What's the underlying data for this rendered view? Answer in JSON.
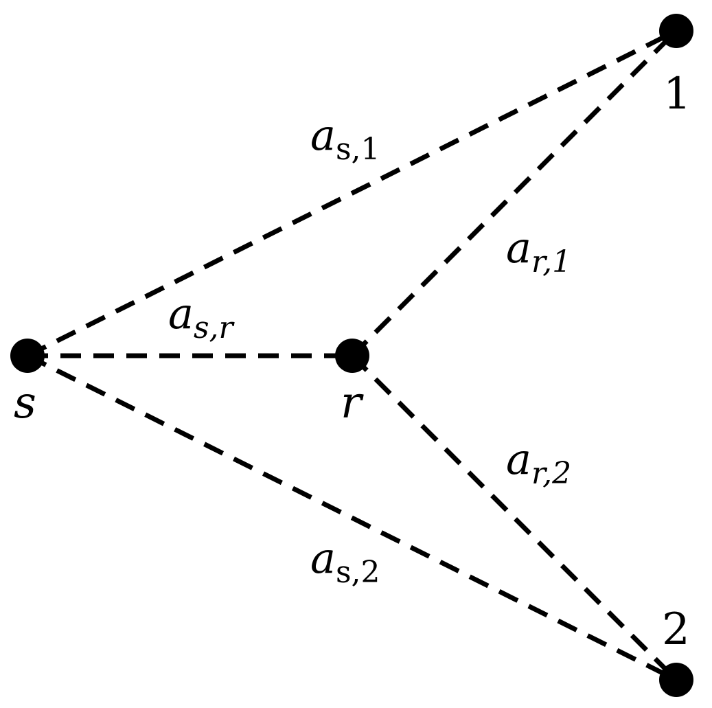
{
  "nodes": {
    "s": {
      "label": "s"
    },
    "r": {
      "label": "r"
    },
    "n1": {
      "label": "1"
    },
    "n2": {
      "label": "2"
    }
  },
  "edges": {
    "s_1": {
      "symbol": "a",
      "sub": "s,1"
    },
    "s_r": {
      "symbol": "a",
      "sub": "s,r"
    },
    "s_2": {
      "symbol": "a",
      "sub": "s,2"
    },
    "r_1": {
      "symbol": "a",
      "sub": "r,1"
    },
    "r_2": {
      "symbol": "a",
      "sub": "r,2"
    }
  }
}
